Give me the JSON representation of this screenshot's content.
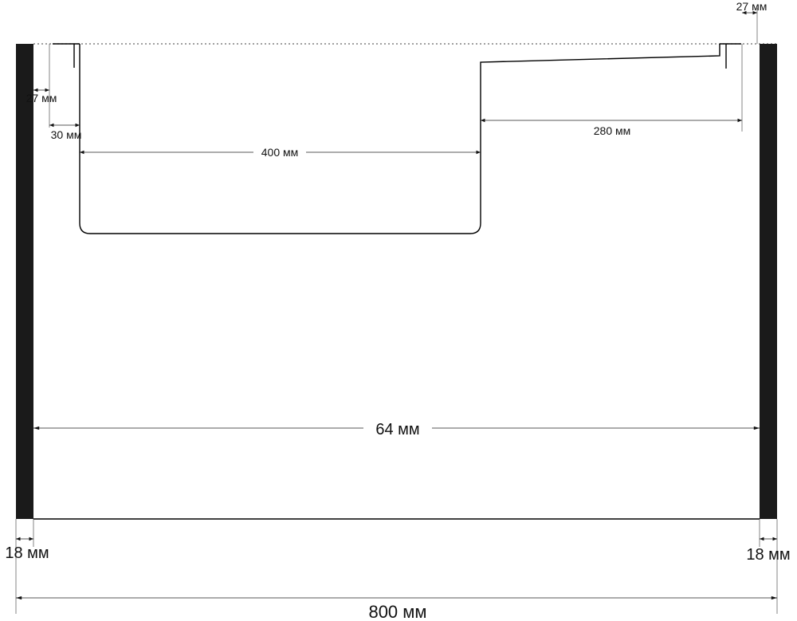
{
  "diagram": {
    "colors": {
      "line": "#000000",
      "panel": "#1a1a1a",
      "dashed": "#666666",
      "background": "#ffffff"
    },
    "labels": {
      "gap_top_right": "27 мм",
      "gap_left_small": "27 мм",
      "offset_left": "30 мм",
      "basin_width": "400 мм",
      "shelf_width": "280 мм",
      "inner_width": "64 мм",
      "panel_left": "18 мм",
      "panel_right": "18 мм",
      "total_width": "800 мм"
    }
  }
}
